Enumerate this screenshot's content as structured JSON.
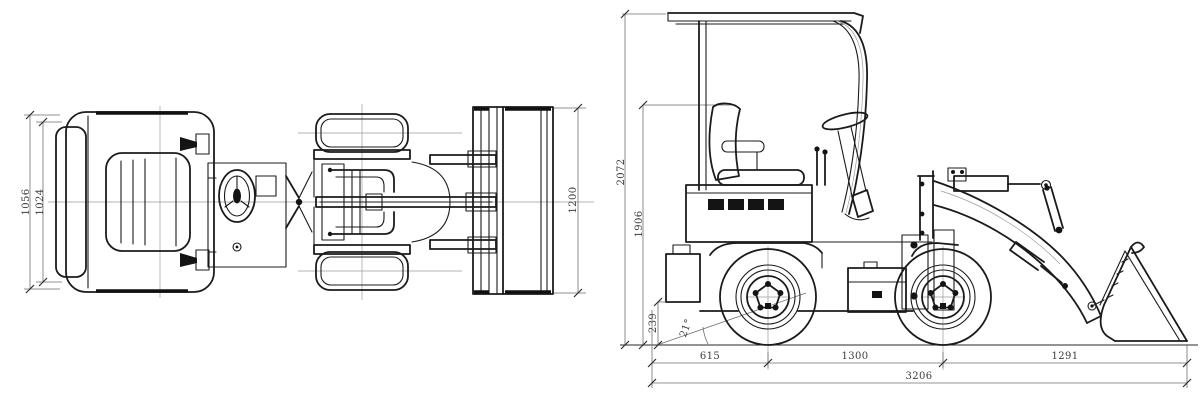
{
  "colors": {
    "background": "#ffffff",
    "main_line": "#1b1b1b",
    "dim_line": "#6f6f6f",
    "dim_text": "#3c3c3c"
  },
  "top_view": {
    "dim_overall_width": "1056",
    "dim_inner_width": "1024",
    "dim_bucket_width": "1200"
  },
  "side_view": {
    "dim_overall_height": "2072",
    "dim_canopy_height": "1906",
    "dim_rear_clearance": "239",
    "dim_departure_angle": "21°",
    "dim_rear_overhang": "615",
    "dim_wheelbase": "1300",
    "dim_front_overhang": "1291",
    "dim_overall_length": "3206"
  }
}
